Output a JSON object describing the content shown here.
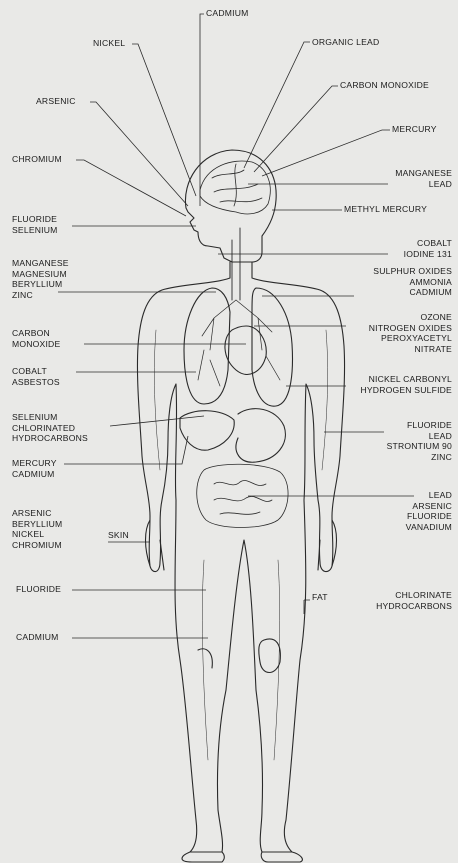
{
  "diagram": {
    "labels": {
      "cadmium_top": "CADMIUM",
      "nickel": "NICKEL",
      "organic_lead": "ORGANIC LEAD",
      "carbon_monoxide_top": "CARBON MONOXIDE",
      "arsenic": "ARSENIC",
      "mercury_top": "MERCURY",
      "chromium": "CHROMIUM",
      "manganese_lead": "MANGANESE\nLEAD",
      "methyl_mercury": "METHYL MERCURY",
      "fluoride_selenium": "FLUORIDE\nSELENIUM",
      "cobalt_iodine": "COBALT\nIODINE 131",
      "mn_group": "MANGANESE\nMAGNESIUM\nBERYLLIUM\nZINC",
      "sulphur_group": "SULPHUR OXIDES\nAMMONIA\nCADMIUM",
      "ozone_group": "OZONE\nNITROGEN OXIDES\nPEROXYACETYL\nNITRATE",
      "carbon_monoxide_left": "CARBON\nMONOXIDE",
      "cobalt_asbestos": "COBALT\nASBESTOS",
      "nickel_carbonyl": "NICKEL CARBONYL\nHYDROGEN SULFIDE",
      "selenium_group": "SELENIUM\nCHLORINATED\nHYDROCARBONS",
      "fluoride_lead_sr": "FLUORIDE\nLEAD\nSTRONTIUM 90\nZINC",
      "mercury_cadmium": "MERCURY\nCADMIUM",
      "lead_group": "LEAD\nARSENIC\nFLUORIDE\nVANADIUM",
      "arsenic_group": "ARSENIC\nBERYLLIUM\nNICKEL\nCHROMIUM",
      "skin": "SKIN",
      "fluoride_left": "FLUORIDE",
      "fat": "FAT",
      "chlorinate": "CHLORINATE\nHYDROCARBONS",
      "cadmium_bottom": "CADMIUM"
    }
  }
}
